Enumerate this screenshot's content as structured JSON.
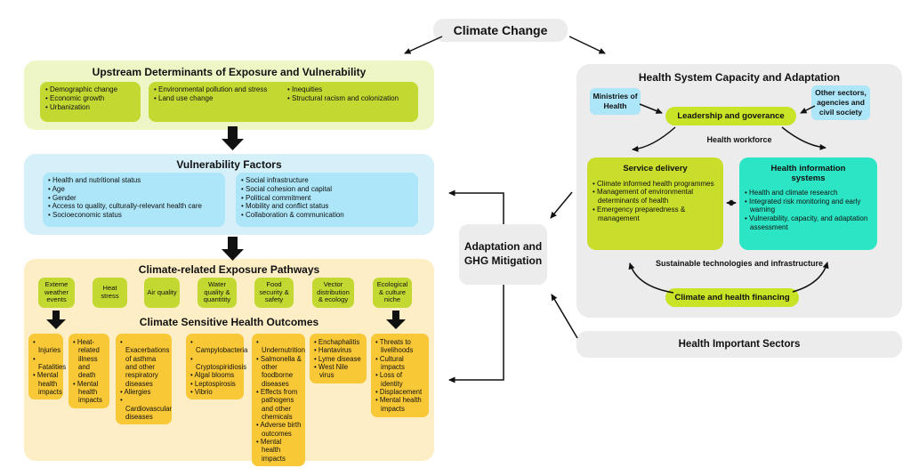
{
  "climate_change": {
    "label": "Climate Change"
  },
  "upstream": {
    "title": "Upstream Determinants of Exposure and Vulnerability",
    "box1": [
      "Demographic change",
      "Economic growth",
      "Urbanization"
    ],
    "box2_col1": [
      "Environmental pollution and stress",
      "Land use change"
    ],
    "box2_col2": [
      "Inequities",
      "Structural racism and colonization"
    ]
  },
  "vulnerability": {
    "title": "Vulnerability Factors",
    "box1": [
      "Health and nutritional status",
      "Age",
      "Gender",
      "Access to quality, culturally-relevant health care",
      "Socioeconomic status"
    ],
    "box2": [
      "Social infrastructure",
      "Social cohesion and capital",
      "Political commitment",
      "Mobility and conflict status",
      "Collaboration & communication"
    ]
  },
  "pathways": {
    "title": "Climate-related Exposure Pathways",
    "items": [
      "Exteme weather events",
      "Heat stress",
      "Air quality",
      "Water quality & quantitity",
      "Food security & safety",
      "Vector distribution & ecology",
      "Ecological & culture niche"
    ],
    "outcomes_title": "Climate Sensitive Health Outcomes",
    "outcomes": [
      [
        "Injuries",
        "Fatalities",
        "Mental health impacts"
      ],
      [
        "Heat-related illness and death",
        "Mental health impacts"
      ],
      [
        "Exacerbations of asthma and other respiratory diseases",
        "Allergies",
        "Cardiovascular diseases"
      ],
      [
        "Campylobacteria",
        "Cryptospiridiosis",
        "Algal blooms",
        "Leptospirosis",
        "Vibrio"
      ],
      [
        "Undernutrition",
        "Salmonella & other foodborne diseases",
        "Effects from pathogens and other chemicals",
        "Adverse birth outcomes",
        "Mental health impacts"
      ],
      [
        "Enchaphalitis",
        "Hantavirus",
        "Lyme disease",
        "West Nile virus"
      ],
      [
        "Threats to livelihoods",
        "Cultural impacts",
        "Loss of identity",
        "Displacement",
        "Mental health impacts"
      ]
    ]
  },
  "adaptation": {
    "label": "Adaptation and GHG Mitigation"
  },
  "health_system": {
    "title": "Health System Capacity and Adaptation",
    "ministries": "Ministries of Health",
    "other_sectors": "Other sectors, agencies and civil society",
    "leadership": "Leadership and goverance",
    "workforce": "Health workforce",
    "service_delivery": {
      "title": "Service delivery",
      "items": [
        "Climate informed health programmes",
        "Management of environmental determinants of health",
        "Emergency preparedness & management"
      ]
    },
    "info_systems": {
      "title": "Health information systems",
      "items": [
        "Health and climate research",
        "Integrated risk monitoring and early warning",
        "Vulnerability, capacity, and adaptation assessment"
      ]
    },
    "sustainable": "Sustainable technologies and infrastructure",
    "financing": "Climate and health financing"
  },
  "sectors": {
    "title": "Health Important Sectors"
  },
  "colors": {
    "pale_green": "#eff6c6",
    "green_box": "#c3d932",
    "bright_green": "#c9e326",
    "pale_blue": "#d6f0fa",
    "blue_box": "#ace6f8",
    "pale_peach": "#fdeec5",
    "orange_box": "#f8c837",
    "teal_box": "#2ce5c5",
    "gray_box": "#ececec",
    "arrow": "#111111"
  }
}
